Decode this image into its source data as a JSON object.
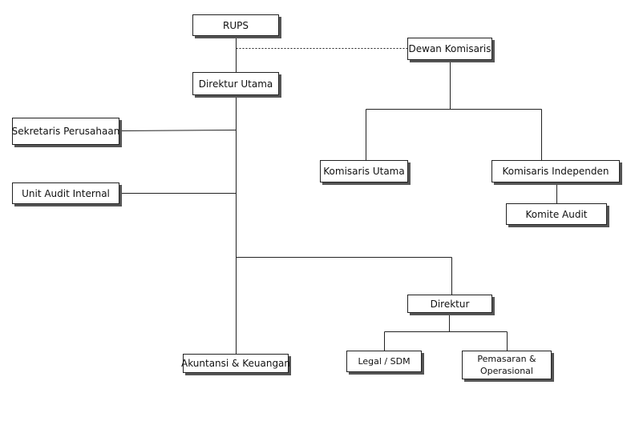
{
  "org": {
    "rups": "RUPS",
    "dewan_komisaris": "Dewan Komisaris",
    "direktur_utama": "Direktur Utama",
    "sekretaris": "Sekretaris Perusahaan",
    "audit_internal": "Unit Audit Internal",
    "komisaris_utama": "Komisaris Utama",
    "komisaris_independen": "Komisaris Independen",
    "komite_audit": "Komite Audit",
    "direktur": "Direktur",
    "akuntansi": "Akuntansi & Keuangan",
    "legal_sdm": "Legal / SDM",
    "pemasaran": "Pemasaran & Operasional"
  }
}
